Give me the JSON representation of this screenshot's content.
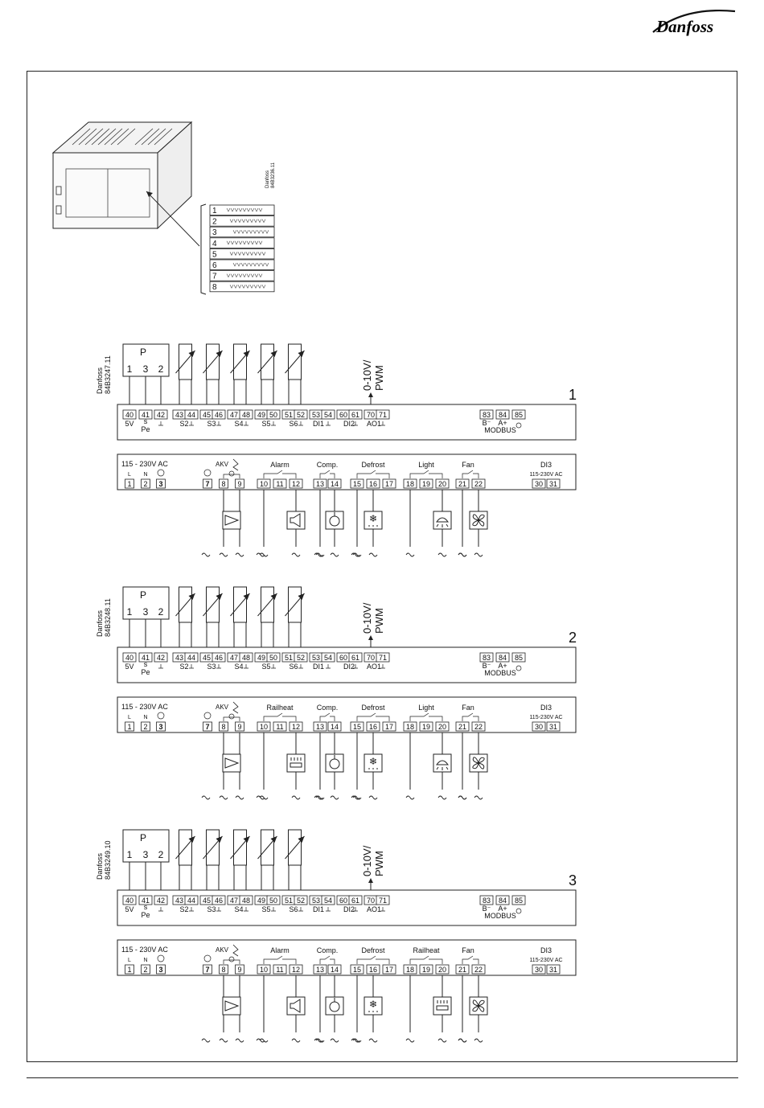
{
  "header": {
    "brand": "Danfoss"
  },
  "overview": {
    "doc_code": "Danfoss 84B3236.11",
    "doc_code_line1": "Danfoss",
    "doc_code_line2": "84B3236.11",
    "variant_numbers": [
      "1",
      "2",
      "3",
      "4",
      "5",
      "6",
      "7",
      "8"
    ]
  },
  "common": {
    "pot_letter": "P",
    "pot_pins": [
      "1",
      "3",
      "2"
    ],
    "analog_out_label_1": "0-10V/",
    "analog_out_label_2": "PWM",
    "upper_terminals": [
      "40",
      "41",
      "42",
      "43",
      "44",
      "45",
      "46",
      "47",
      "48",
      "49",
      "50",
      "51",
      "52",
      "53",
      "54",
      "60",
      "61",
      "70",
      "71",
      "83",
      "84",
      "85"
    ],
    "upper_labels": {
      "v5": "5V",
      "s": "s",
      "pe": "Pe",
      "s2": "S2",
      "s3": "S3",
      "s4": "S4",
      "s5": "S5",
      "s6": "S6",
      "di1": "DI1",
      "di2": "DI2",
      "ao1": "AO1",
      "bminus": "B⁻",
      "aplus": "A+",
      "modbus": "MODBUS"
    },
    "power_label": "115 - 230V AC",
    "power_letters": [
      "L",
      "N"
    ],
    "akv_label": "AKV",
    "comp_label": "Comp.",
    "defrost_label": "Defrost",
    "fan_label": "Fan",
    "di3_label": "DI3",
    "di3_voltage": "115-230V AC",
    "lower_terminals": [
      "1",
      "2",
      "3",
      "7",
      "8",
      "9",
      "10",
      "11",
      "12",
      "13",
      "14",
      "15",
      "16",
      "17",
      "18",
      "19",
      "20",
      "21",
      "22",
      "30",
      "31"
    ],
    "ac_symbol": "~"
  },
  "diagrams": [
    {
      "number": "1",
      "code_line1": "Danfoss",
      "code_line2": "84B3247.11",
      "relay1_label": "Alarm",
      "relay5_label": "Light"
    },
    {
      "number": "2",
      "code_line1": "Danfoss",
      "code_line2": "84B3248.11",
      "relay1_label": "Railheat",
      "relay5_label": "Light"
    },
    {
      "number": "3",
      "code_line1": "Danfoss",
      "code_line2": "84B3249.10",
      "relay1_label": "Alarm",
      "relay5_label": "Railheat"
    }
  ],
  "loads": [
    [
      "valve-icon",
      "horn-icon",
      "compressor-icon",
      "defrost-icon",
      "light-icon",
      "fan-icon"
    ],
    [
      "valve-icon",
      "heater-icon",
      "compressor-icon",
      "defrost-icon",
      "light-icon",
      "fan-icon"
    ],
    [
      "valve-icon",
      "horn-icon",
      "compressor-icon",
      "defrost-icon",
      "heater-icon",
      "fan-icon"
    ]
  ]
}
